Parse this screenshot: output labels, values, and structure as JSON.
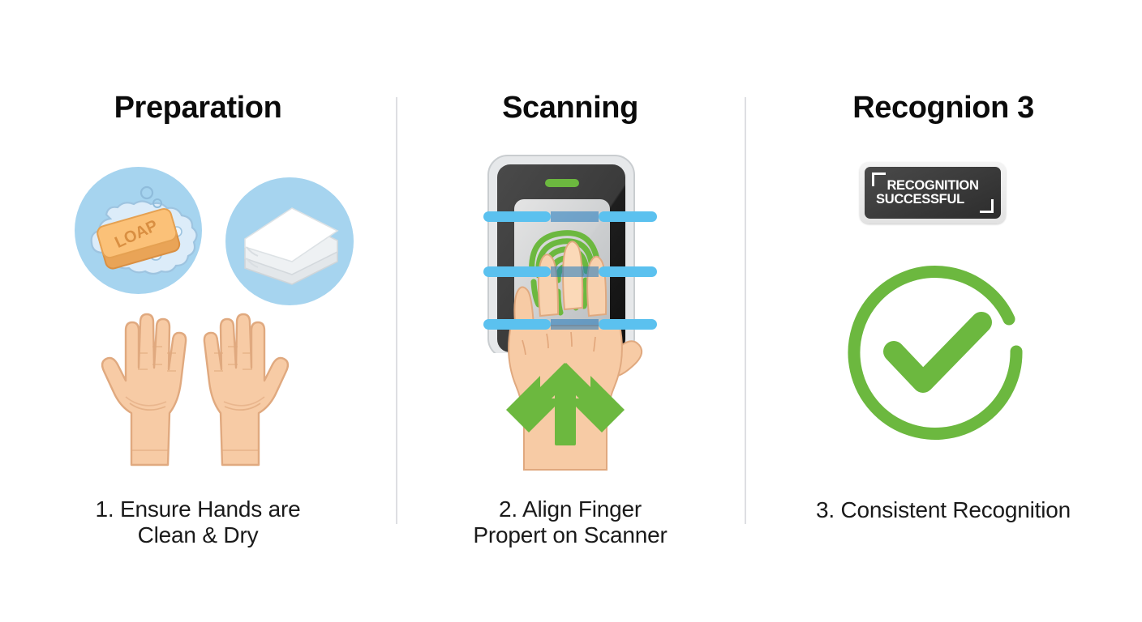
{
  "meta": {
    "background_color": "#ffffff",
    "divider_color": "#dedfe2",
    "accent_green": "#6cb83f",
    "accent_blue": "#5bc1ef",
    "circle_blue": "#a6d4ef",
    "skin_light": "#f8d4b4",
    "skin_mid": "#f2bd96",
    "skin_outline": "#d99f74",
    "soap_orange": "#f9b96a",
    "bubble_blue": "#cfe6f7",
    "badge_dark": "#3c3c3c",
    "badge_frame": "#e8e8e8"
  },
  "panels": [
    {
      "id": "preparation",
      "title": "Preparation",
      "caption_lines": [
        "1. Ensure Hands are",
        "Clean & Dry"
      ],
      "icons": [
        {
          "name": "soap-icon",
          "label": "LOAP"
        },
        {
          "name": "towel-icon",
          "label": ""
        }
      ],
      "illustration": "open-palms-pair"
    },
    {
      "id": "scanning",
      "title": "Scanning",
      "caption_lines": [
        "2. Align Finger",
        "Propert on Scanner"
      ],
      "illustration": "phone-fingerprint-scan",
      "scan_line_count": 3,
      "arrow_count": 2
    },
    {
      "id": "recognition",
      "title": "Recognion 3",
      "caption_lines": [
        "3. Consistent Recognition"
      ],
      "badge": {
        "line1": "RECOGNITION",
        "line2": "SUCCESSFUL"
      },
      "illustration": "green-check-circle"
    }
  ]
}
